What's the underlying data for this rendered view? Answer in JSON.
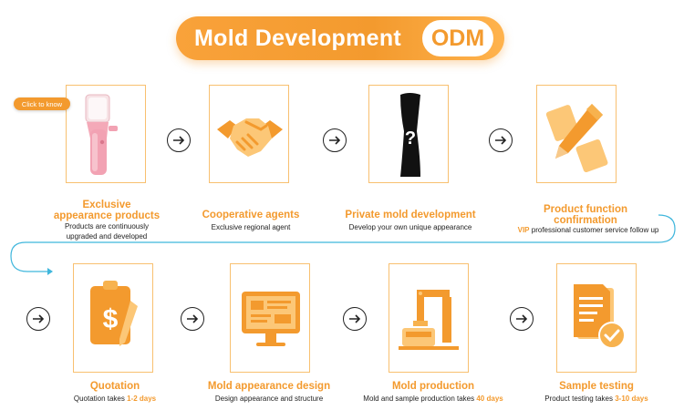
{
  "banner": {
    "title": "Mold Development",
    "badge": "ODM"
  },
  "click_tag": "Click to know",
  "steps_row1": [
    {
      "title_line1": "Exclusive",
      "title_line2": "appearance products",
      "desc_line1": "Products are continuously",
      "desc_line2": "upgraded and developed",
      "icon": "pink-humidifier-product"
    },
    {
      "title_line1": "Cooperative agents",
      "desc_line1": "Exclusive regional agent",
      "icon": "handshake-icon"
    },
    {
      "title_line1": "Private mold development",
      "desc_line1": "Develop your own unique appearance",
      "icon": "black-silhouette-question-icon",
      "mark": "?"
    },
    {
      "title_line1": "Product function",
      "title_line2": "confirmation",
      "desc_vip": "VIP",
      "desc_rest": " professional customer service follow up",
      "icon": "document-pencil-icon"
    }
  ],
  "steps_row2": [
    {
      "title_line1": "Quotation",
      "desc_pre": "Quotation takes ",
      "desc_hl": "1-2 days",
      "icon": "dollar-clipboard-icon",
      "mark": "$"
    },
    {
      "title_line1": "Mold appearance design",
      "desc_line1": "Design appearance and structure",
      "icon": "monitor-icon"
    },
    {
      "title_line1": "Mold production",
      "desc_pre": "Mold and sample production takes ",
      "desc_hl": "40 days",
      "icon": "machine-icon"
    },
    {
      "title_line1": "Sample testing",
      "desc_pre": "Product testing takes ",
      "desc_hl": "3-10 days",
      "icon": "document-check-icon"
    }
  ],
  "colors": {
    "accent": "#f39a2e",
    "accent_light": "#fcc777",
    "border": "#f8c070",
    "flow_line": "#3fb6dc"
  }
}
